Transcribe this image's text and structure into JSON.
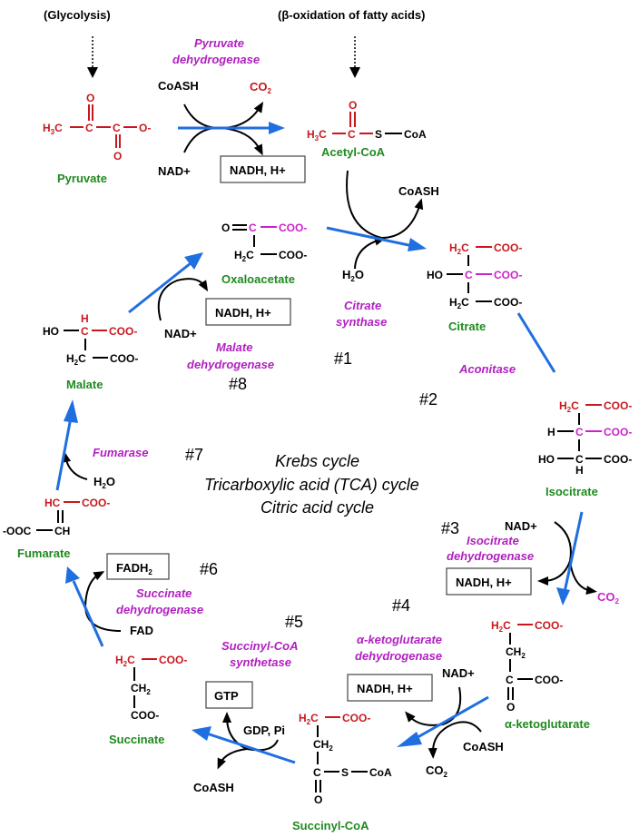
{
  "sources": {
    "glycolysis": "(Glycolysis)",
    "beta_oxidation": "(β-oxidation of fatty acids)"
  },
  "title": {
    "line1": "Krebs cycle",
    "line2": "Tricarboxylic acid (TCA) cycle",
    "line3": "Citric acid cycle"
  },
  "colors": {
    "flux_arrow": "#1f6fe0",
    "enzyme": "#b020c0",
    "metabolite_name": "#1f8a1f",
    "highlight_red": "#c8181e",
    "highlight_magenta": "#cc22cc"
  },
  "metabolites": {
    "pyruvate": {
      "name": "Pyruvate",
      "h3c": "H",
      "h3c_sub": "3",
      "c": "C",
      "o": "O",
      "ominus": "O-"
    },
    "acetyl_coa": {
      "name": "Acetyl-CoA",
      "h3c": "H",
      "h3c_sub": "3",
      "c": "C",
      "o": "O",
      "s": "S",
      "coa": "CoA"
    },
    "oxaloacetate": {
      "name": "Oxaloacetate",
      "o": "O",
      "c": "C",
      "coo": "COO-",
      "h2c": "H",
      "h2c_sub": "2"
    },
    "citrate": {
      "name": "Citrate",
      "h2c": "H",
      "h2c_sub": "2",
      "c": "C",
      "coo": "COO-",
      "ho": "HO"
    },
    "isocitrate": {
      "name": "Isocitrate",
      "h2c": "H",
      "h2c_sub": "2",
      "c": "C",
      "coo": "COO-",
      "h": "H",
      "ho": "HO"
    },
    "alpha_ketoglutarate": {
      "name": "α-ketoglutarate",
      "h2c": "H",
      "h2c_sub": "2",
      "ch2": "CH",
      "ch2_sub": "2",
      "c": "C",
      "coo": "COO-",
      "o": "O"
    },
    "succinyl_coa": {
      "name": "Succinyl-CoA",
      "h2c": "H",
      "h2c_sub": "2",
      "ch2": "CH",
      "ch2_sub": "2",
      "c": "C",
      "coo": "COO-",
      "s": "S",
      "coa": "CoA",
      "o": "O"
    },
    "succinate": {
      "name": "Succinate",
      "h2c": "H",
      "h2c_sub": "2",
      "ch2": "CH",
      "ch2_sub": "2",
      "coo": "COO-"
    },
    "fumarate": {
      "name": "Fumarate",
      "hc": "HC",
      "coo": "COO-",
      "ooc": "-OOC",
      "ch": "CH"
    },
    "malate": {
      "name": "Malate",
      "ho": "HO",
      "h": "H",
      "c": "C",
      "coo": "COO-",
      "h2c": "H",
      "h2c_sub": "2"
    }
  },
  "enzymes": {
    "pdh": [
      "Pyruvate",
      "dehydrogenase"
    ],
    "citrate_synthase": [
      "Citrate",
      "synthase"
    ],
    "aconitase": [
      "Aconitase"
    ],
    "idh": [
      "Isocitrate",
      "dehydrogenase"
    ],
    "akgdh": [
      "α-ketoglutarate",
      "dehydrogenase"
    ],
    "scs": [
      "Succinyl-CoA",
      "synthetase"
    ],
    "sdh": [
      "Succinate",
      "dehydrogenase"
    ],
    "fumarase": [
      "Fumarase"
    ],
    "mdh": [
      "Malate",
      "dehydrogenase"
    ]
  },
  "steps": [
    "#1",
    "#2",
    "#3",
    "#4",
    "#5",
    "#6",
    "#7",
    "#8"
  ],
  "cofactors": {
    "coash": "CoASH",
    "nad": "NAD+",
    "nadh_box": "NADH, H+",
    "co2": "CO",
    "co2_sub": "2",
    "h2o": "H",
    "h2o_sub": "2",
    "h2o_o": "O",
    "gdp_pi": "GDP, Pi",
    "gtp_box": "GTP",
    "fad": "FAD",
    "fadh2_box": "FADH",
    "fadh2_sub": "2"
  }
}
